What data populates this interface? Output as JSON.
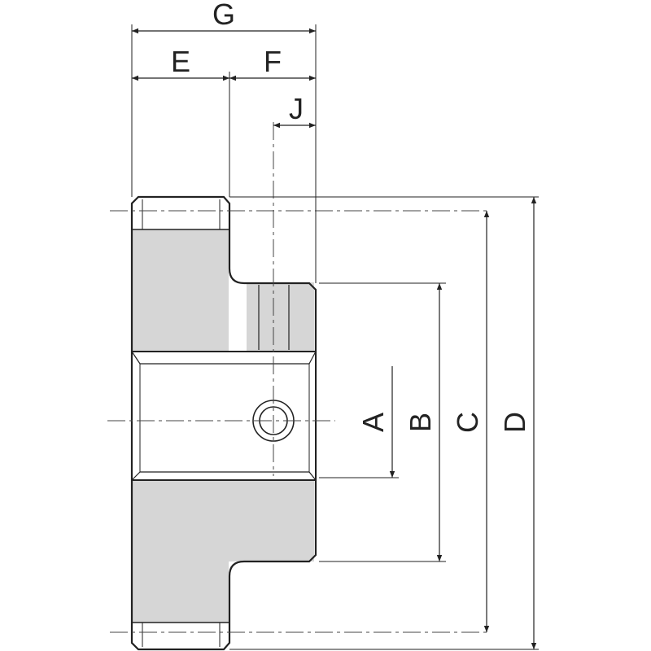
{
  "diagram": {
    "labels": {
      "G": "G",
      "E": "E",
      "F": "F",
      "J": "J",
      "A": "A",
      "B": "B",
      "C": "C",
      "D": "D"
    },
    "colors": {
      "line": "#222222",
      "fill": "#d6d6d6",
      "centerline": "#444444"
    }
  }
}
